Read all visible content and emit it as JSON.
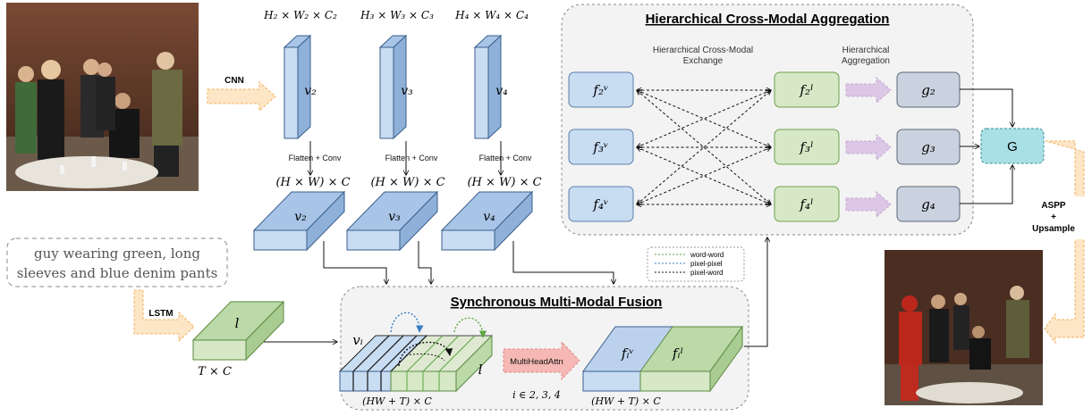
{
  "dims": {
    "d2": "H₂ × W₂ × C₂",
    "d3": "H₃ × W₃ × C₃",
    "d4": "H₄ × W₄ × C₄",
    "flat": "(H × W) × C",
    "lang": "T × C",
    "fused": "(HW + T) × C"
  },
  "labels": {
    "cnn": "CNN",
    "lstm": "LSTM",
    "flatten_conv": "Flatten + Conv",
    "aspp": "ASPP",
    "plus": "+",
    "upsample": "Upsample",
    "multihead": "MultiHeadAttn",
    "index_set": "i ∈ 2, 3, 4",
    "l": "l",
    "v_i": "vᵢ"
  },
  "features": {
    "v2": "v₂",
    "v3": "v₃",
    "v4": "v₄",
    "f2v": "f₂ᵛ",
    "f3v": "f₃ᵛ",
    "f4v": "f₄ᵛ",
    "f2l": "f₂ˡ",
    "f3l": "f₃ˡ",
    "f4l": "f₄ˡ",
    "g2": "g₂",
    "g3": "g₃",
    "g4": "g₄",
    "G": "G",
    "fiv": "fᵢᵛ",
    "fil": "fᵢˡ"
  },
  "query": {
    "line1": "guy wearing green, long",
    "line2": "sleeves and blue denim pants"
  },
  "hcam": {
    "title": "Hierarchical Cross-Modal Aggregation",
    "exchange_line1": "Hierarchical Cross-Modal",
    "exchange_line2": "Exchange",
    "aggregation_line1": "Hierarchical",
    "aggregation_line2": "Aggregation"
  },
  "smmf": {
    "title": "Synchronous Multi-Modal Fusion"
  },
  "legend": {
    "items": [
      "word-word",
      "pixel-pixel",
      "pixel-word"
    ]
  },
  "colors": {
    "visual_blue": "#c8dcf2",
    "language_green": "#d6e8c6",
    "g_gray": "#c9d2de",
    "G_cyan": "#a9e0e6",
    "orange_arrow": "#f5c48a",
    "pink_attn": "#f5b8b4",
    "purple_arrow": "#dcc8e6"
  }
}
